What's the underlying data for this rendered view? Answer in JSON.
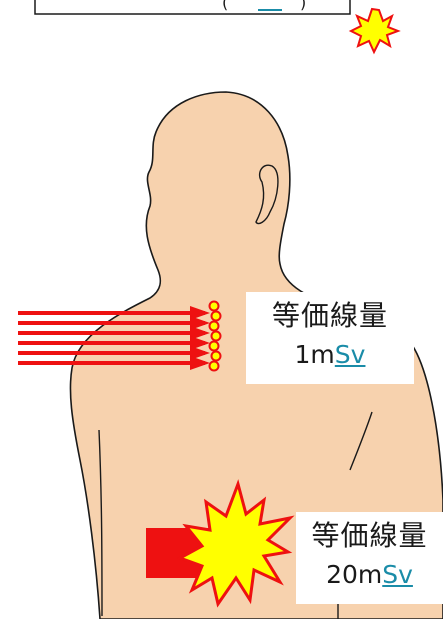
{
  "colors": {
    "skin": "#f7d2ae",
    "outline": "#1a1a1a",
    "arrow_red": "#ee1111",
    "burst_yellow": "#ffff00",
    "unit_link": "#1a8ca8"
  },
  "icons": [
    "radiation-burst-icon",
    "multi-arrow-beam-icon",
    "block-arrow-icon"
  ],
  "top_label": {
    "visible_text": "(",
    "link_text": "",
    "close_text": ")"
  },
  "neck_dose": {
    "title": "等価線量",
    "value_number": "1m",
    "value_unit": "Sv"
  },
  "chest_dose": {
    "title": "等価線量",
    "value_number": "20m",
    "value_unit": "Sv"
  }
}
